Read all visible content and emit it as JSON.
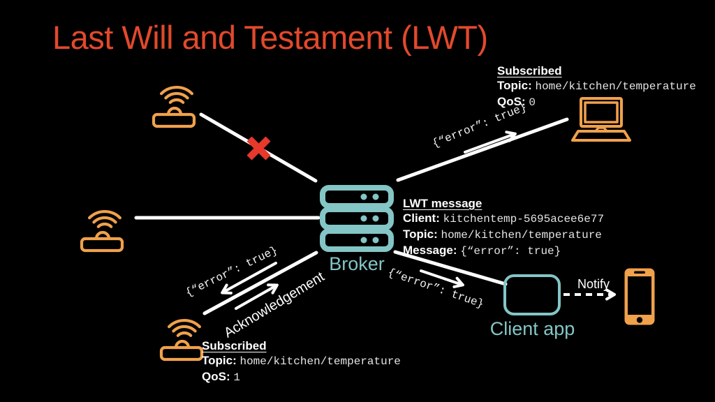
{
  "title": "Last Will and Testament (LWT)",
  "colors": {
    "background": "#000000",
    "title_red": "#E2492C",
    "device_orange": "#F0A14C",
    "teal": "#84C5C6",
    "broken_x_red": "#E6392C",
    "line_white": "#FFFFFF"
  },
  "icons": {
    "sensor": "wifi-sensor-icon",
    "broker": "server-stack-icon",
    "laptop": "laptop-icon",
    "phone": "smartphone-icon",
    "broken_link": "red-x-icon"
  },
  "broker": {
    "label": "Broker"
  },
  "client_app": {
    "label": "Client app"
  },
  "flows": {
    "error_payload": "{“error”: true}",
    "acknowledgement": "Acknowledgement",
    "notify": "Notify"
  },
  "subscriber_top": {
    "heading": "Subscribed",
    "topic_label": "Topic:",
    "topic_value": "home/kitchen/temperature",
    "qos_label": "QoS:",
    "qos_value": "0"
  },
  "subscriber_bottom": {
    "heading": "Subscribed",
    "topic_label": "Topic:",
    "topic_value": "home/kitchen/temperature",
    "qos_label": "QoS:",
    "qos_value": "1"
  },
  "lwt": {
    "heading": "LWT message",
    "client_label": "Client:",
    "client_value": "kitchentemp-5695acee6e77",
    "topic_label": "Topic:",
    "topic_value": "home/kitchen/temperature",
    "message_label": "Message:",
    "message_value": "{“error”: true}"
  }
}
